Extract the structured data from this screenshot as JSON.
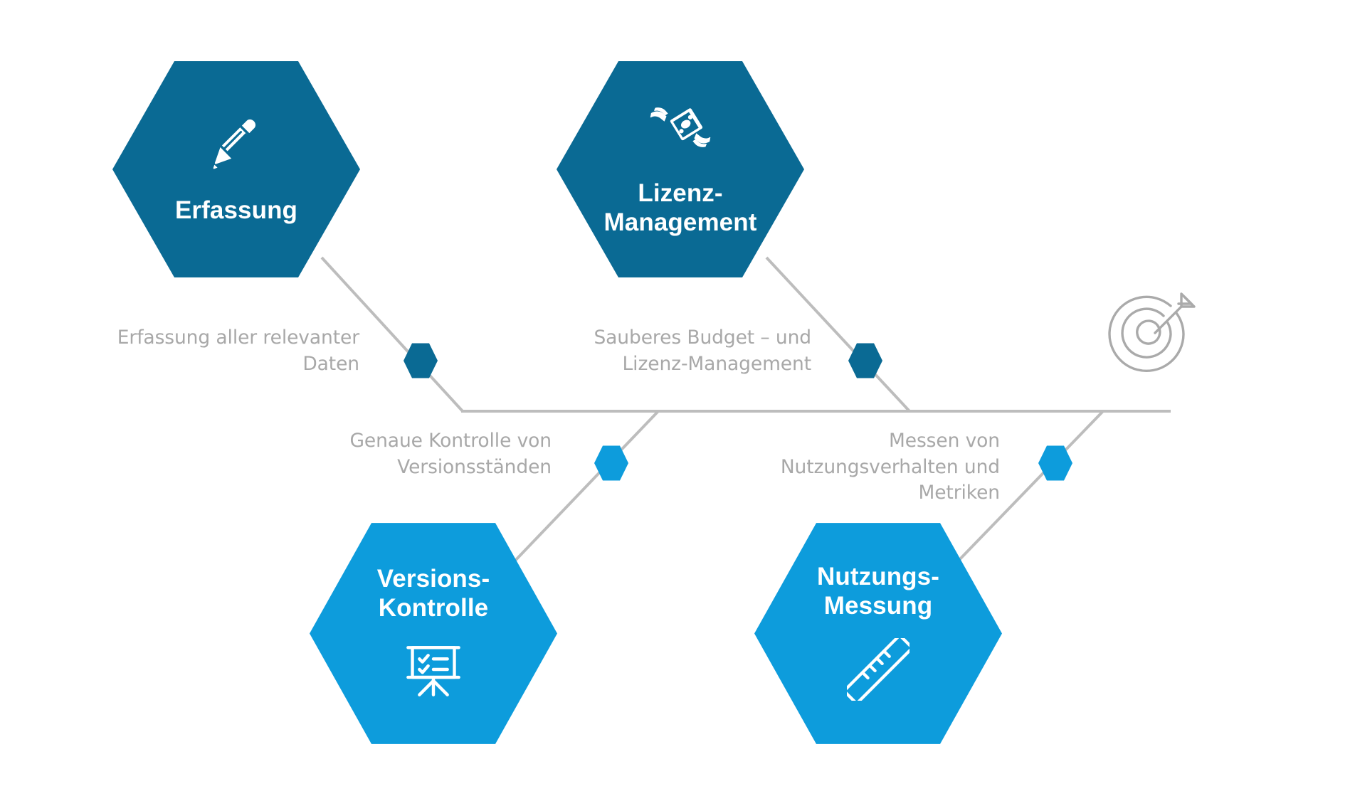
{
  "diagram": {
    "type": "fishbone",
    "title_text": "",
    "colors": {
      "dark_blue": "#0a6a94",
      "light_blue": "#0d9cdc",
      "line_gray": "#bdbdbd",
      "text_gray": "#a8a8a8",
      "background": "#ffffff",
      "node_label": "#ffffff"
    },
    "nodes": [
      {
        "id": "erfassung",
        "label": "Erfassung",
        "icon": "pen-icon",
        "color_key": "dark_blue",
        "color": "#0a6a94",
        "position": "top-left",
        "icon_position": "above-label"
      },
      {
        "id": "lizenz-management",
        "label": "Lizenz-\nManagement",
        "icon": "flying-money-icon",
        "color_key": "dark_blue",
        "color": "#0a6a94",
        "position": "top-right",
        "icon_position": "above-label"
      },
      {
        "id": "versions-kontrolle",
        "label": "Versions-\nKontrolle",
        "icon": "presentation-checklist-icon",
        "color_key": "light_blue",
        "color": "#0d9cdc",
        "position": "bottom-left",
        "icon_position": "below-label"
      },
      {
        "id": "nutzungs-messung",
        "label": "Nutzungs-\nMessung",
        "icon": "ruler-icon",
        "color_key": "light_blue",
        "color": "#0d9cdc",
        "position": "bottom-right",
        "icon_position": "below-label"
      }
    ],
    "descriptions": [
      {
        "id": "desc-erfassung",
        "text": "Erfassung aller relevanter\nDaten",
        "align": "right",
        "for_node": "erfassung"
      },
      {
        "id": "desc-lizenz",
        "text": "Sauberes Budget – und\nLizenz-Management",
        "align": "right",
        "for_node": "lizenz-management"
      },
      {
        "id": "desc-versions",
        "text": "Genaue Kontrolle von\nVersionsständen",
        "align": "right",
        "for_node": "versions-kontrolle"
      },
      {
        "id": "desc-nutzungs",
        "text": "Messen von\nNutzungsverhalten und\nMetriken",
        "align": "right",
        "for_node": "nutzungs-messung"
      }
    ],
    "markers": [
      {
        "id": "marker-erfassung",
        "color": "#0a6a94"
      },
      {
        "id": "marker-lizenz",
        "color": "#0a6a94"
      },
      {
        "id": "marker-versions",
        "color": "#0d9cdc"
      },
      {
        "id": "marker-nutzungs",
        "color": "#0d9cdc"
      }
    ],
    "end_icon": {
      "id": "target-icon",
      "name": "target-arrow-icon",
      "color": "#aaaaaa"
    }
  }
}
